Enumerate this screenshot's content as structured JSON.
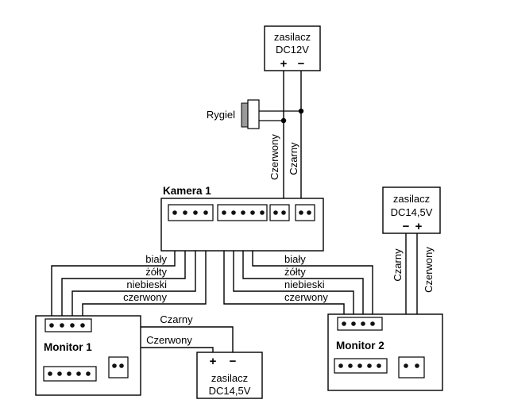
{
  "power_supplies": {
    "dc12v": {
      "name_line1": "zasilacz",
      "name_line2": "DC12V",
      "plus": "+",
      "minus": "−"
    },
    "right_dc145v": {
      "name_line1": "zasilacz",
      "name_line2": "DC14,5V",
      "minus": "−",
      "plus": "+"
    },
    "bottom_dc145v": {
      "name_line1": "zasilacz",
      "name_line2": "DC14,5V",
      "plus": "+",
      "minus": "−"
    }
  },
  "devices": {
    "camera": {
      "label": "Kamera 1"
    },
    "monitor1": {
      "label": "Monitor 1"
    },
    "monitor2": {
      "label": "Monitor 2"
    },
    "door_strike": {
      "label": "Rygiel"
    }
  },
  "wires": {
    "camera_supply": {
      "red": "Czerwony",
      "black": "Czarny"
    },
    "monitor1_supply": {
      "black": "Czarny",
      "red": "Czerwony"
    },
    "monitor2_supply": {
      "black": "Czarny",
      "red": "Czerwony"
    },
    "monitor1_bus": [
      "biały",
      "żółty",
      "niebieski",
      "czerwony"
    ],
    "monitor2_bus": [
      "biały",
      "żółty",
      "niebieski",
      "czerwony"
    ]
  },
  "colors": {
    "line": "#000000",
    "text": "#000000",
    "background": "#ffffff",
    "strike_plate": "#9a9a9a"
  }
}
